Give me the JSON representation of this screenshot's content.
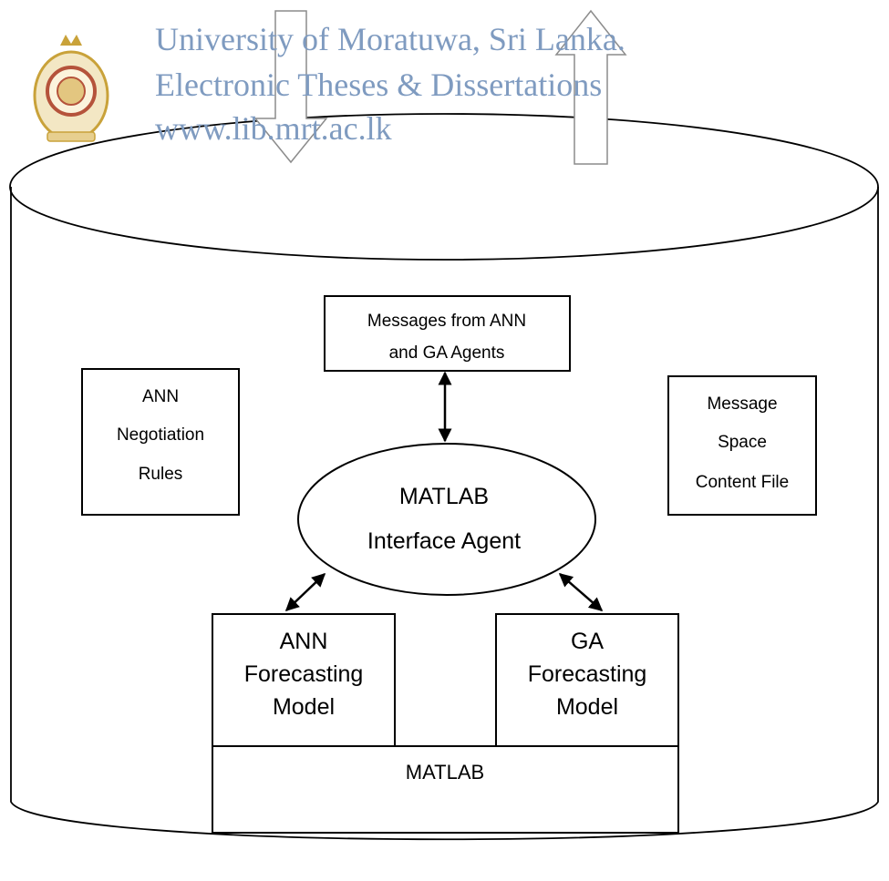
{
  "watermark": {
    "line1": "University of Moratuwa, Sri Lanka.",
    "line2": "Electronic Theses & Dissertations",
    "line3": "www.lib.mrt.ac.lk",
    "logo_icon": "university-crest-icon"
  },
  "diagram": {
    "messages_box": {
      "line1": "Messages from ANN",
      "line2": "and GA Agents"
    },
    "rules_box": {
      "line1": "ANN",
      "line2": "Negotiation",
      "line3": "Rules"
    },
    "message_space_box": {
      "line1": "Message",
      "line2": "Space",
      "line3": "Content File"
    },
    "interface_agent": {
      "line1": "MATLAB",
      "line2": "Interface Agent"
    },
    "ann_model": {
      "line1": "ANN",
      "line2": "Forecasting",
      "line3": "Model"
    },
    "ga_model": {
      "line1": "GA",
      "line2": "Forecasting",
      "line3": "Model"
    },
    "matlab_base": {
      "label": "MATLAB"
    }
  },
  "colors": {
    "stroke": "#000000",
    "io_arrow_stroke": "#8c8c8c",
    "watermark_text": "#7f9bc0",
    "crest_gold": "#c9a23a",
    "crest_red": "#b5533b"
  }
}
